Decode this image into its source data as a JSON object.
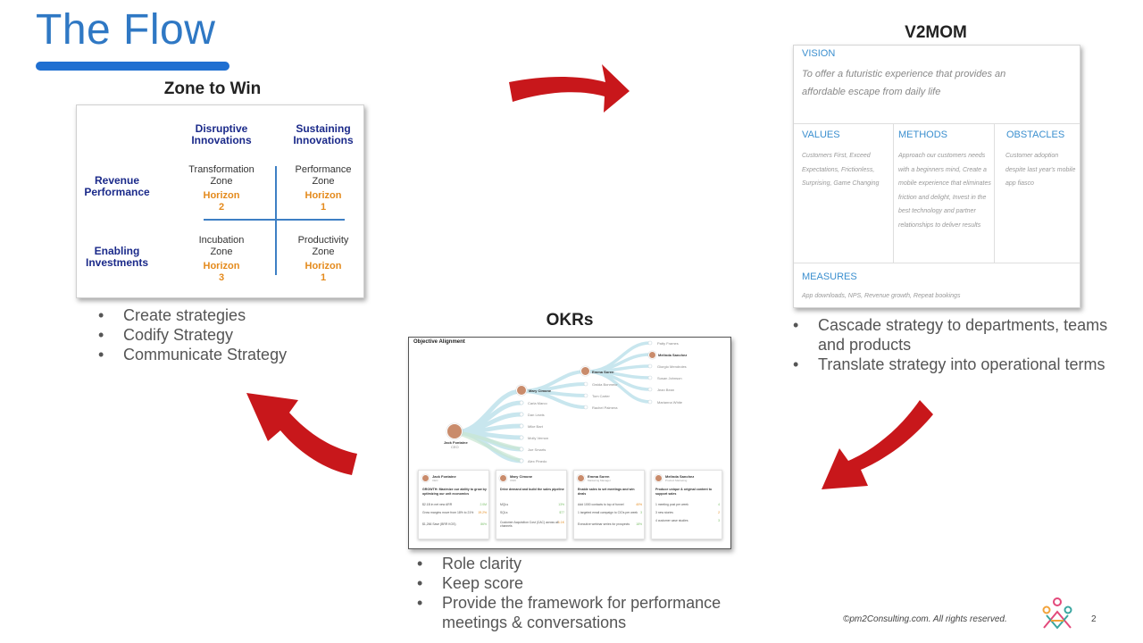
{
  "title": "The Flow",
  "zone_to_win": {
    "heading": "Zone to Win",
    "col_headers": [
      "Disruptive\nInnovations",
      "Sustaining\nInnovations"
    ],
    "row_headers": [
      "Revenue\nPerformance",
      "Enabling\nInvestments"
    ],
    "zones": [
      {
        "name": "Transformation\nZone",
        "horizon": "Horizon\n2"
      },
      {
        "name": "Performance\nZone",
        "horizon": "Horizon\n1"
      },
      {
        "name": "Incubation\nZone",
        "horizon": "Horizon\n3"
      },
      {
        "name": "Productivity\nZone",
        "horizon": "Horizon\n1"
      }
    ],
    "bullets": [
      "Create strategies",
      "Codify Strategy",
      "Communicate Strategy"
    ]
  },
  "v2mom": {
    "heading": "V2MOM",
    "vision_label": "VISION",
    "vision_text": "To offer a futuristic experience that provides an affordable escape from daily life",
    "values_label": "VALUES",
    "values_text": "Customers First, Exceed Expectations, Frictionless, Surprising, Game Changing",
    "methods_label": "METHODS",
    "methods_text": "Approach our customers needs with a beginners mind, Create a mobile experience that eliminates friction and delight, Invest in the best technology and partner relationships to deliver results",
    "obstacles_label": "OBSTACLES",
    "obstacles_text": "Customer adoption despite last year's mobile app fiasco",
    "measures_label": "MEASURES",
    "measures_text": "App downloads, NPS, Revenue growth, Repeat bookings",
    "bullets": [
      "Cascade strategy to departments, teams and products",
      "Translate strategy into operational terms"
    ]
  },
  "okrs": {
    "heading": "OKRs",
    "panel_title": "Objective Alignment",
    "root": {
      "name": "Jack Fontaine",
      "role": "CEO"
    },
    "level1": [
      {
        "name": "Mary Cimone"
      },
      {
        "name": "Carla Marco"
      },
      {
        "name": "Dan Lewis"
      },
      {
        "name": "Mike Bart"
      },
      {
        "name": "Molly Vernon"
      },
      {
        "name": "Joe Smarts"
      },
      {
        "name": "Alex Pinedo"
      }
    ],
    "level2": [
      {
        "name": "Emma Soren"
      },
      {
        "name": "Gwida Bonmeur"
      },
      {
        "name": "Tom Carter"
      },
      {
        "name": "Rachel Palmera"
      }
    ],
    "level3": [
      {
        "name": "Patty Frames"
      },
      {
        "name": "Melinda Sanchez"
      },
      {
        "name": "Giorgio Mendroles"
      },
      {
        "name": "Susan Johnson"
      },
      {
        "name": "Jean Bean"
      },
      {
        "name": "Marianna White"
      }
    ],
    "cards": [
      {
        "name": "Jack Fontaine",
        "role": "CEO",
        "objective": "GROWTH: Maximize our ability to grow by optimizing our unit economics",
        "krs": [
          {
            "text": "$2.1B in net new ARR",
            "val": "2.0M"
          },
          {
            "text": "Grow margins move from 18% to 21%",
            "val": "19.2%"
          },
          {
            "text": "$1,266 Save (BRR KOS)",
            "val": "86%"
          }
        ]
      },
      {
        "name": "Mary Cimone",
        "role": "CMO",
        "objective": "Drive demand and build the sales pipeline",
        "krs": [
          {
            "text": "MQLs",
            "val": "13%"
          },
          {
            "text": "SQLs",
            "val": "$77"
          },
          {
            "text": "Customer Acquisition Cost (CAC) across all channels",
            "val": "1.1K"
          }
        ]
      },
      {
        "name": "Emma Soren",
        "role": "Marketing Manager",
        "objective": "Enable sales to set meetings and win deals",
        "krs": [
          {
            "text": "Add 1000 contacts to top of funnel",
            "val": "40%"
          },
          {
            "text": "1 targeted email campaign to CIOs per week",
            "val": "3"
          },
          {
            "text": "Executive webinar series for prospects",
            "val": "18%"
          }
        ]
      },
      {
        "name": "Melinda Sanchez",
        "role": "Product Marketing",
        "objective": "Produce unique & original content to support sales",
        "krs": [
          {
            "text": "1 meeting post per week",
            "val": "4"
          },
          {
            "text": "3 new stories",
            "val": "2"
          },
          {
            "text": "4 customer case studies",
            "val": "3"
          }
        ]
      }
    ],
    "bullets": [
      "Role clarity",
      "Keep score",
      "Provide the framework for performance meetings & conversations"
    ]
  },
  "footer": {
    "copyright": "©pm2Consulting.com.  All rights reserved.",
    "page": "2"
  },
  "colors": {
    "title_blue": "#2f78c4",
    "arrow_red": "#c8171b",
    "horizon_orange": "#e48a1c",
    "navy": "#1b2a8a"
  }
}
